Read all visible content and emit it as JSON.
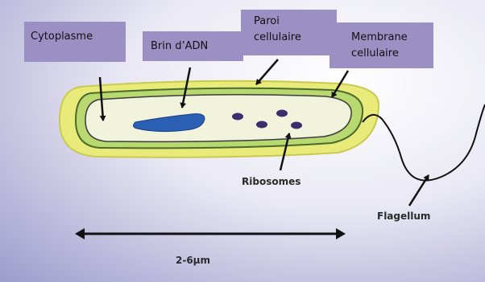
{
  "labels": {
    "cytoplasme": "Cytoplasme",
    "adn": "Brin d’ADN",
    "paroi": "Paroi\ncellulaire",
    "membrane": "Membrane\ncellulaire",
    "ribosomes": "Ribosomes",
    "flagellum": "Flagellum",
    "taille": "2-6µm"
  },
  "colors": {
    "label_box": "#9b90c4",
    "cell_wall": "#e8ea7a",
    "membrane": "#b8d870",
    "cytoplasm": "#f2f3dc",
    "dna": "#2a5fb4",
    "ribosome": "#3b2c6e"
  }
}
